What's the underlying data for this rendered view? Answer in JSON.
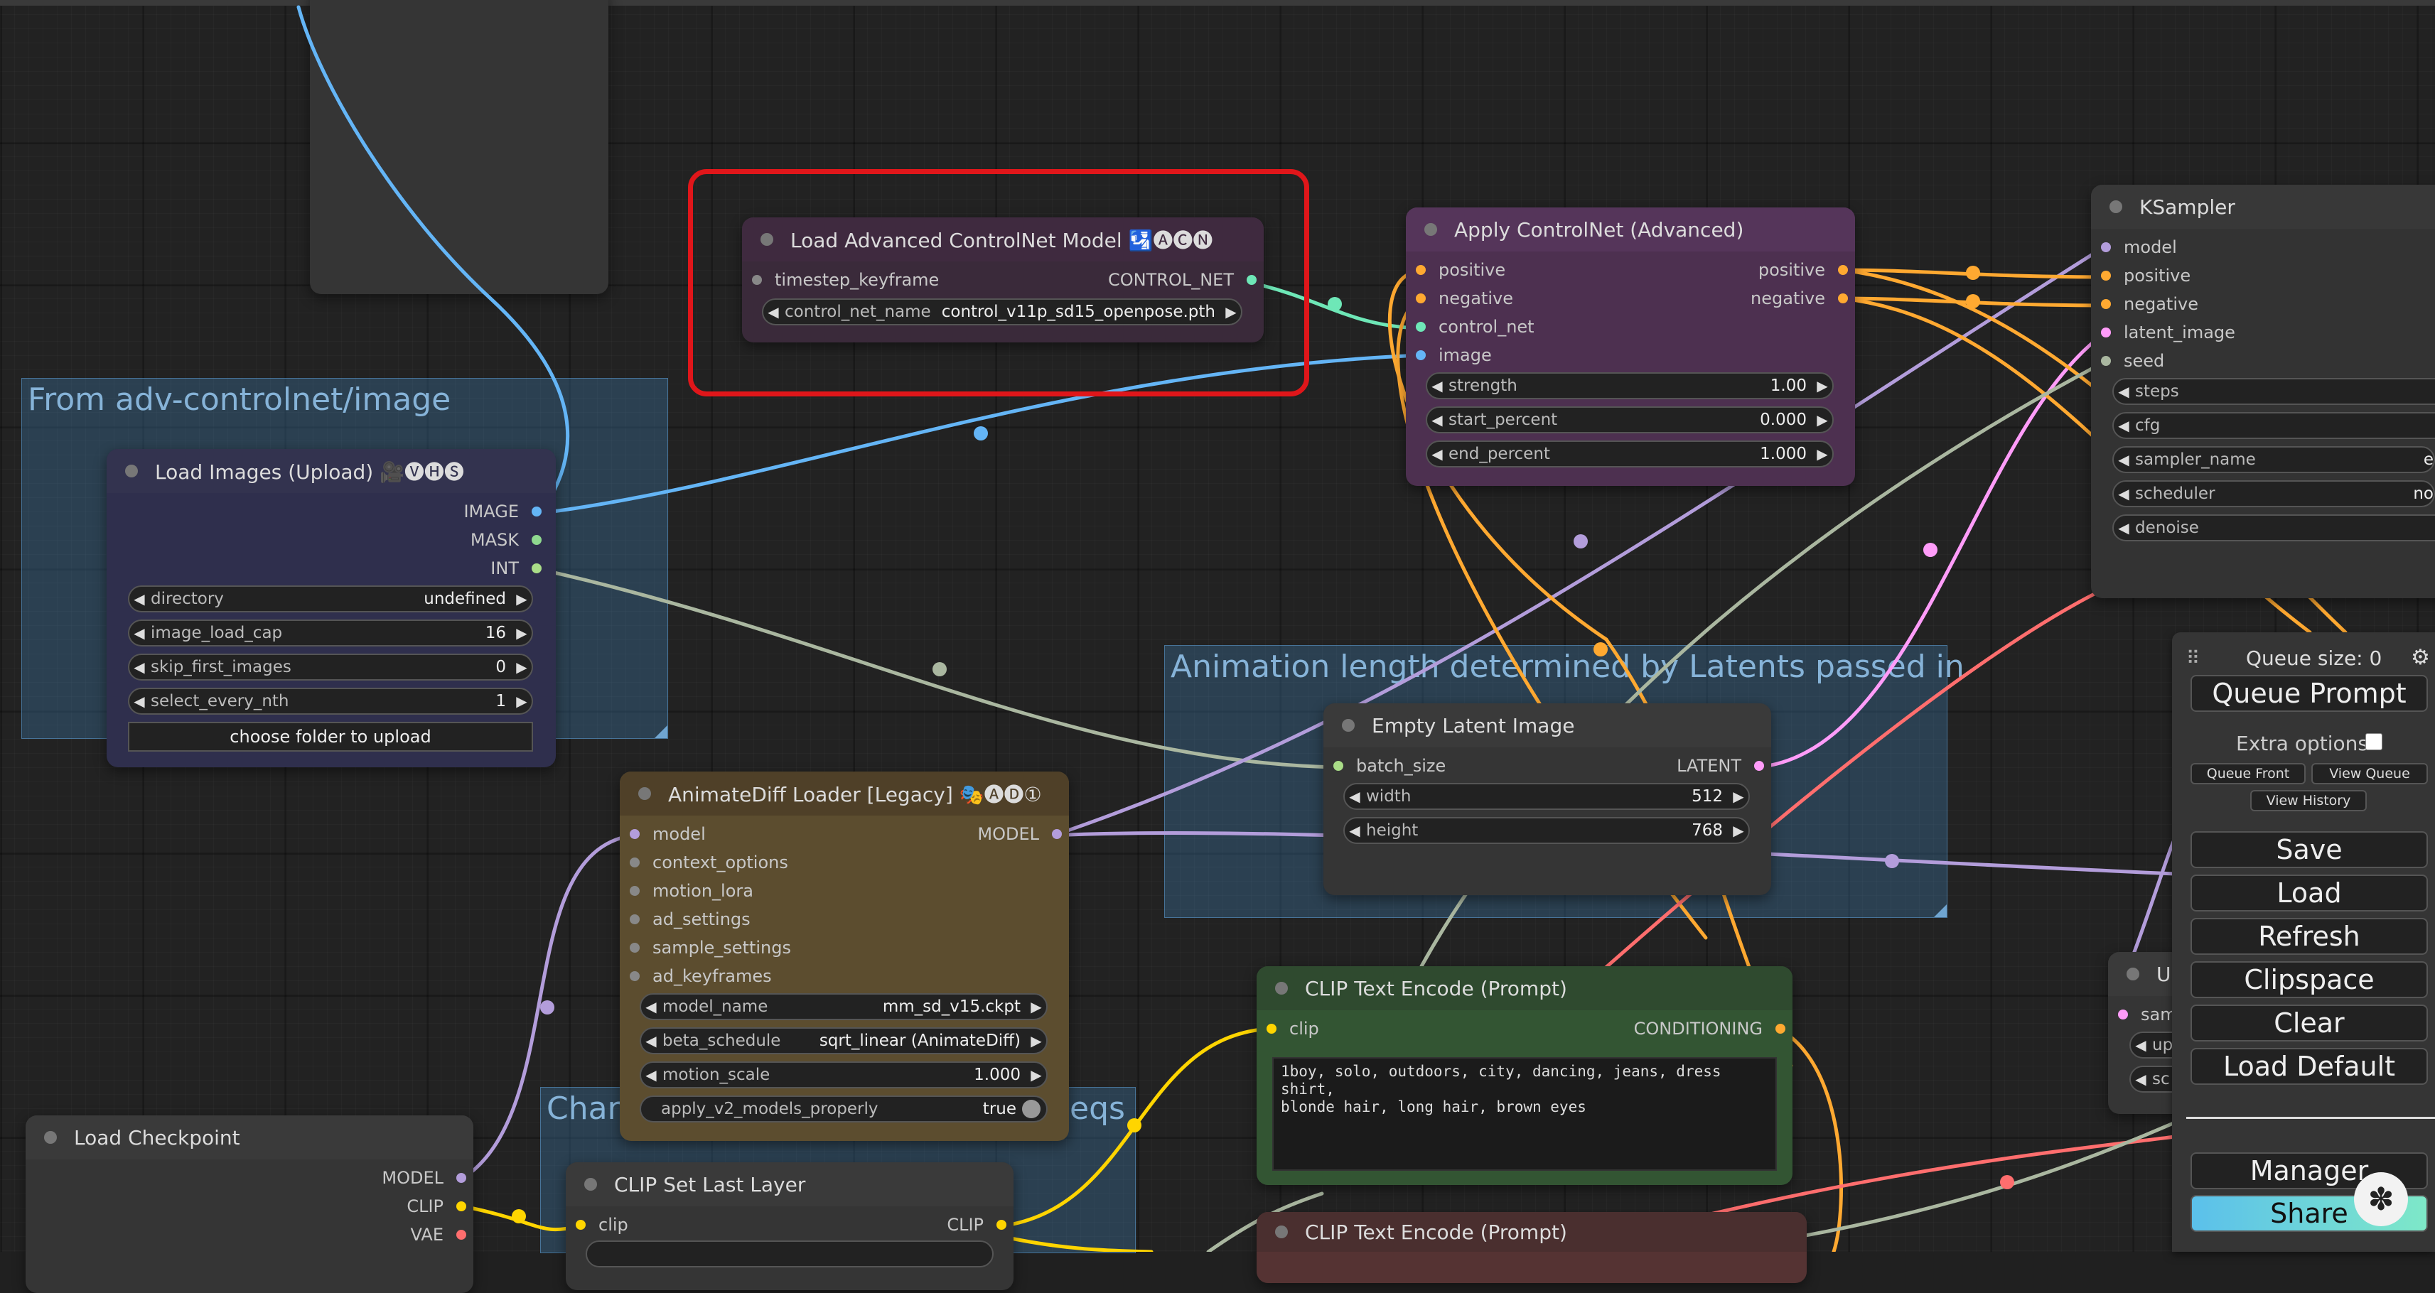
{
  "groups": [
    {
      "title": "From adv-controlnet/image"
    },
    {
      "title": "Animation length determined by Latents passed in"
    },
    {
      "title": "Char"
    },
    {
      "title": "eqs"
    }
  ],
  "load_acn": {
    "title": "Load Advanced ControlNet Model 🛂🅐🅒🅝",
    "in_timestep": "timestep_keyframe",
    "out_control_net": "CONTROL_NET",
    "w_name_label": "control_net_name",
    "w_name_value": "control_v11p_sd15_openpose.pth"
  },
  "apply_cn": {
    "title": "Apply ControlNet (Advanced)",
    "in_positive": "positive",
    "in_negative": "negative",
    "in_control_net": "control_net",
    "in_image": "image",
    "out_positive": "positive",
    "out_negative": "negative",
    "w_strength_label": "strength",
    "w_strength_value": "1.00",
    "w_start_label": "start_percent",
    "w_start_value": "0.000",
    "w_end_label": "end_percent",
    "w_end_value": "1.000"
  },
  "ksampler": {
    "title": "KSampler",
    "in_model": "model",
    "in_positive": "positive",
    "in_negative": "negative",
    "in_latent": "latent_image",
    "in_seed": "seed",
    "w_steps": "steps",
    "w_cfg": "cfg",
    "w_sampler_label": "sampler_name",
    "w_sampler_value": "e",
    "w_scheduler_label": "scheduler",
    "w_scheduler_value": "no",
    "w_denoise": "denoise"
  },
  "load_images": {
    "title": "Load Images (Upload) 🎥🅥🅗🅢",
    "out_image": "IMAGE",
    "out_mask": "MASK",
    "out_int": "INT",
    "w_directory_label": "directory",
    "w_directory_value": "undefined",
    "w_cap_label": "image_load_cap",
    "w_cap_value": "16",
    "w_skip_label": "skip_first_images",
    "w_skip_value": "0",
    "w_every_label": "select_every_nth",
    "w_every_value": "1",
    "upload_button": "choose folder to upload"
  },
  "empty_latent": {
    "title": "Empty Latent Image",
    "in_batch": "batch_size",
    "out_latent": "LATENT",
    "w_width_label": "width",
    "w_width_value": "512",
    "w_height_label": "height",
    "w_height_value": "768"
  },
  "animatediff": {
    "title": "AnimateDiff Loader [Legacy] 🎭🅐🅓①",
    "in_model": "model",
    "in_context": "context_options",
    "in_motion_lora": "motion_lora",
    "in_ad_settings": "ad_settings",
    "in_sample_settings": "sample_settings",
    "in_ad_keyframes": "ad_keyframes",
    "out_model": "MODEL",
    "w_model_label": "model_name",
    "w_model_value": "mm_sd_v15.ckpt",
    "w_beta_label": "beta_schedule",
    "w_beta_value": "sqrt_linear (AnimateDiff)",
    "w_motion_label": "motion_scale",
    "w_motion_value": "1.000",
    "w_apply_label": "apply_v2_models_properly",
    "w_apply_value": "true"
  },
  "clip_pos": {
    "title": "CLIP Text Encode (Prompt)",
    "in_clip": "clip",
    "out_cond": "CONDITIONING",
    "text": "1boy, solo, outdoors, city, dancing, jeans, dress shirt,\nblonde hair, long hair, brown eyes"
  },
  "clip_neg": {
    "title": "CLIP Text Encode (Prompt)"
  },
  "load_checkpoint": {
    "title": "Load Checkpoint",
    "out_model": "MODEL",
    "out_clip": "CLIP",
    "out_vae": "VAE"
  },
  "clip_set_last": {
    "title": "CLIP Set Last Layer",
    "in_clip": "clip",
    "out_clip": "CLIP"
  },
  "upscale_partial": {
    "title": "Up",
    "in_samp": "samp",
    "w_up": "up",
    "w_sc": "sc"
  },
  "queue_panel": {
    "queue_size": "Queue size: 0",
    "queue_prompt": "Queue Prompt",
    "extra_options": "Extra options",
    "queue_front": "Queue Front",
    "view_queue": "View Queue",
    "view_history": "View History",
    "save": "Save",
    "load": "Load",
    "refresh": "Refresh",
    "clipspace": "Clipspace",
    "clear": "Clear",
    "load_default": "Load Default",
    "manager": "Manager",
    "share": "Share"
  },
  "colors": {
    "model": "#b39ddb",
    "clip": "#ffd500",
    "vae": "#ff6e6e",
    "conditioning": "#ffa931",
    "control_net": "#6ee7b7",
    "image": "#64b5f6",
    "latent": "#ff9cf9",
    "int": "#aab7a0",
    "highlight": "#e0161a"
  }
}
